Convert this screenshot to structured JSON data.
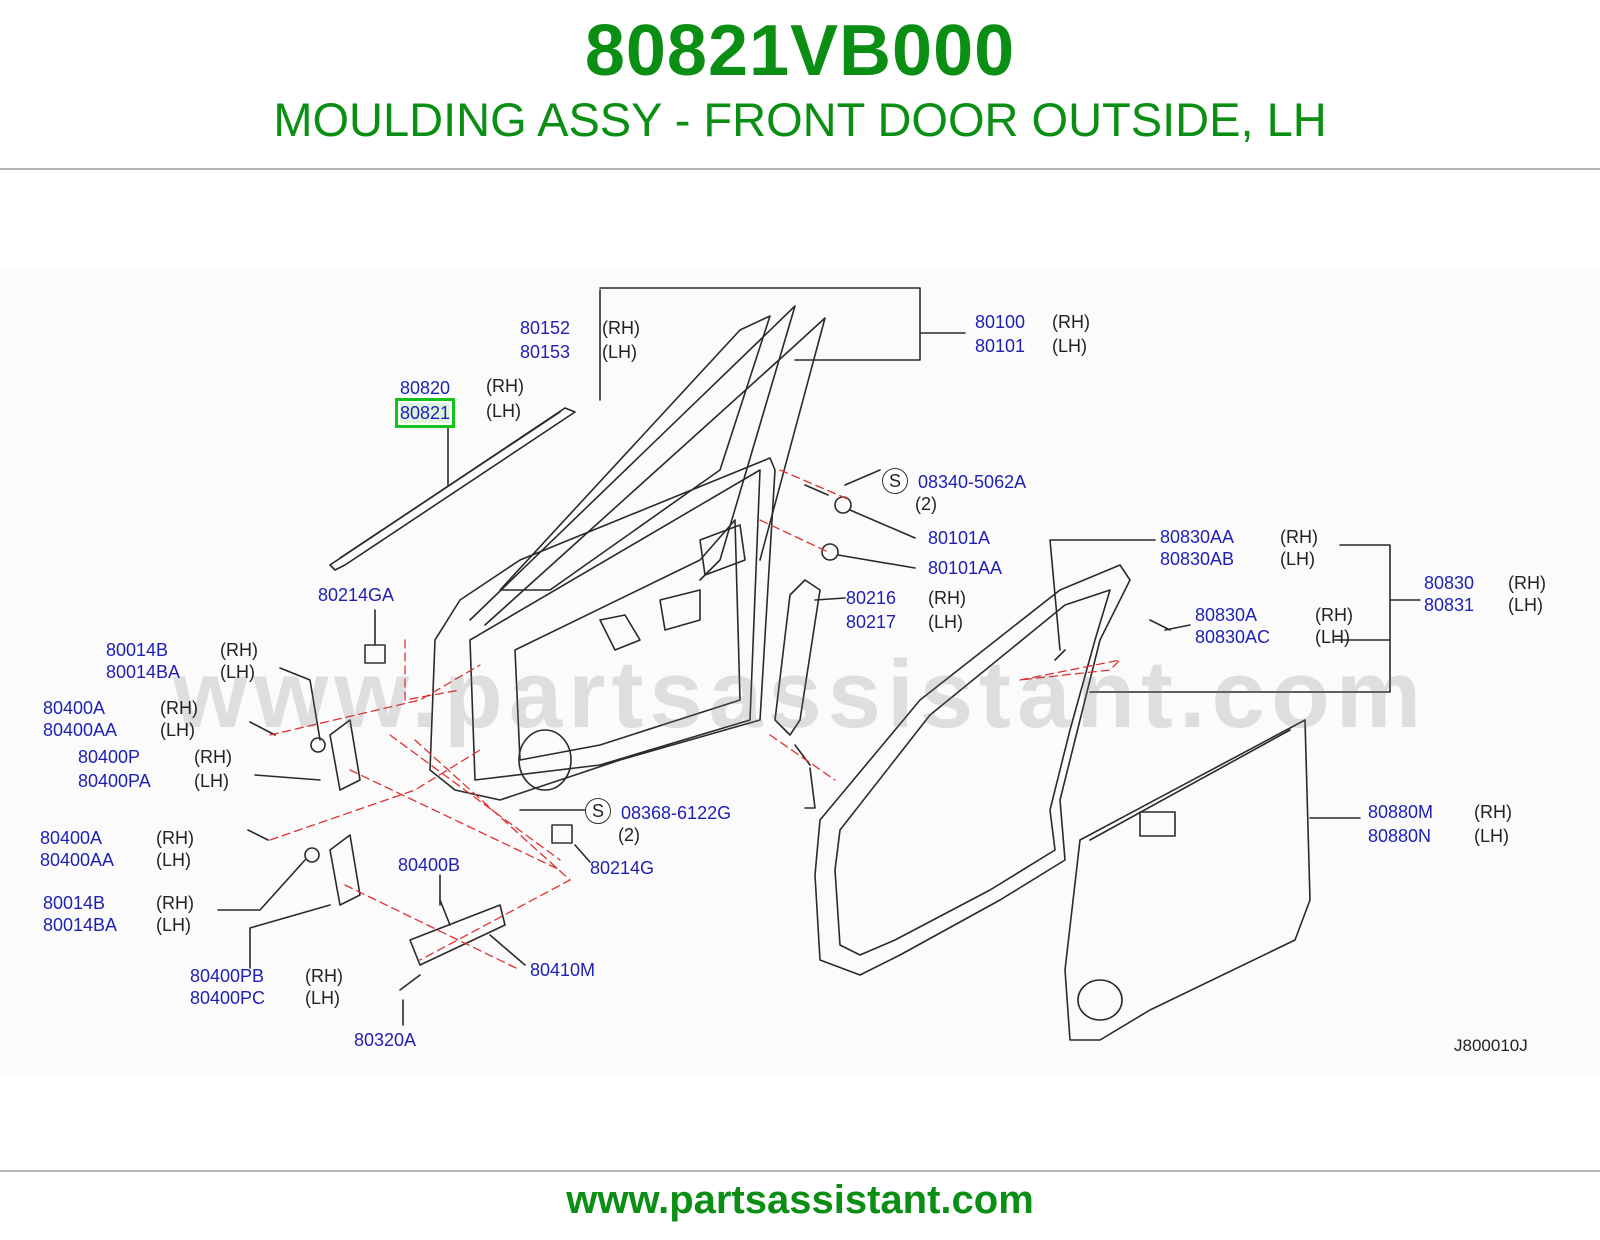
{
  "header": {
    "part_number": "80821VB000",
    "description": "MOULDING ASSY - FRONT DOOR OUTSIDE, LH"
  },
  "watermark": "www.partsassistant.com",
  "footer": {
    "url": "www.partsassistant.com"
  },
  "figure_code": "J800010J",
  "s_symbol": "S",
  "colors": {
    "brand_green": "#0a8f14",
    "highlight": "#13c21a",
    "part_label": "#1f1fb4",
    "leader_dash": "#e03030"
  },
  "labels": [
    {
      "pn": "80152",
      "side": "(RH)"
    },
    {
      "pn": "80153",
      "side": "(LH)"
    },
    {
      "pn": "80100",
      "side": "(RH)"
    },
    {
      "pn": "80101",
      "side": "(LH)"
    },
    {
      "pn": "80820",
      "side": "(RH)"
    },
    {
      "pn": "80821",
      "side": "(LH)",
      "highlighted": true
    },
    {
      "pn": "08340-5062A",
      "side": "(2)"
    },
    {
      "pn": "80101A",
      "side": ""
    },
    {
      "pn": "80101AA",
      "side": ""
    },
    {
      "pn": "80830AA",
      "side": "(RH)"
    },
    {
      "pn": "80830AB",
      "side": "(LH)"
    },
    {
      "pn": "80830",
      "side": "(RH)"
    },
    {
      "pn": "80831",
      "side": "(LH)"
    },
    {
      "pn": "80214GA",
      "side": ""
    },
    {
      "pn": "80216",
      "side": "(RH)"
    },
    {
      "pn": "80217",
      "side": "(LH)"
    },
    {
      "pn": "80830A",
      "side": "(RH)"
    },
    {
      "pn": "80830AC",
      "side": "(LH)"
    },
    {
      "pn": "80014B",
      "side": "(RH)"
    },
    {
      "pn": "80014BA",
      "side": "(LH)"
    },
    {
      "pn": "80400A",
      "side": "(RH)"
    },
    {
      "pn": "80400AA",
      "side": "(LH)"
    },
    {
      "pn": "80400P",
      "side": "(RH)"
    },
    {
      "pn": "80400PA",
      "side": "(LH)"
    },
    {
      "pn": "08368-6122G",
      "side": "(2)"
    },
    {
      "pn": "80880M",
      "side": "(RH)"
    },
    {
      "pn": "80880N",
      "side": "(LH)"
    },
    {
      "pn": "80400A",
      "side": "(RH)"
    },
    {
      "pn": "80400AA",
      "side": "(LH)"
    },
    {
      "pn": "80214G",
      "side": ""
    },
    {
      "pn": "80400B",
      "side": ""
    },
    {
      "pn": "80014B",
      "side": "(RH)"
    },
    {
      "pn": "80014BA",
      "side": "(LH)"
    },
    {
      "pn": "80410M",
      "side": ""
    },
    {
      "pn": "80400PB",
      "side": "(RH)"
    },
    {
      "pn": "80400PC",
      "side": "(LH)"
    },
    {
      "pn": "80320A",
      "side": ""
    }
  ]
}
